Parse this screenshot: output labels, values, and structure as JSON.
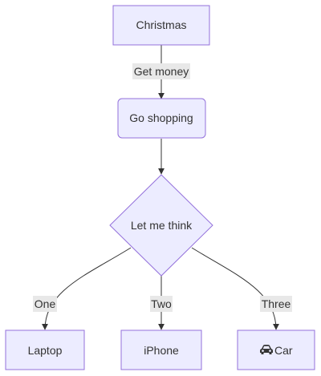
{
  "diagram": {
    "type": "flowchart",
    "colors": {
      "node_fill": "#ececff",
      "node_stroke": "#9370db",
      "edge": "#333333",
      "label_bg": "#e8e8e8",
      "text": "#333333"
    },
    "nodes": {
      "christmas": {
        "label": "Christmas",
        "shape": "rect"
      },
      "go_shopping": {
        "label": "Go shopping",
        "shape": "rounded-rect"
      },
      "decision": {
        "label": "Let me think",
        "shape": "diamond"
      },
      "laptop": {
        "label": "Laptop",
        "shape": "rect"
      },
      "iphone": {
        "label": "iPhone",
        "shape": "rect"
      },
      "car": {
        "label": "Car",
        "shape": "rect",
        "icon": "car-icon"
      }
    },
    "edges": [
      {
        "from": "christmas",
        "to": "go_shopping",
        "label": "Get money"
      },
      {
        "from": "go_shopping",
        "to": "decision",
        "label": ""
      },
      {
        "from": "decision",
        "to": "laptop",
        "label": "One"
      },
      {
        "from": "decision",
        "to": "iphone",
        "label": "Two"
      },
      {
        "from": "decision",
        "to": "car",
        "label": "Three"
      }
    ]
  }
}
